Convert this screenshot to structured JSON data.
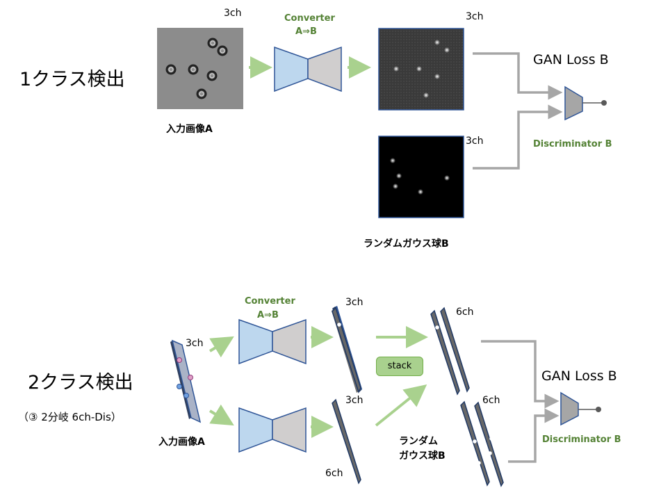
{
  "section1": {
    "title": "1クラス検出",
    "input_label": "入力画像A",
    "input_channels": "3ch",
    "converter_line1": "Converter",
    "converter_line2": "A⇒B",
    "output_channels": "3ch",
    "random_channels": "3ch",
    "random_label": "ランダムガウス球B",
    "gan_loss": "GAN Loss B",
    "discriminator": "Discriminator B"
  },
  "section2": {
    "title": "2クラス検出",
    "subtitle": "（③ 2分岐 6ch-Dis）",
    "input_label": "入力画像A",
    "input_channels": "3ch",
    "converter_line1": "Converter",
    "converter_line2": "A⇒B",
    "out_top_channels": "3ch",
    "out_bottom_channels_top": "3ch",
    "out_bottom_channels_bottom": "6ch",
    "stack_label": "stack",
    "stacked_channels": "6ch",
    "random_channels": "6ch",
    "random_label_line1": "ランダム",
    "random_label_line2": "ガウス球B",
    "gan_loss": "GAN Loss B",
    "discriminator": "Discriminator B"
  },
  "colors": {
    "arrow_green": "#a9d18e",
    "converter_blue": "#bdd7ee",
    "converter_gray": "#d0cece",
    "label_green": "#548235",
    "connector_gray": "#a6a6a6"
  }
}
